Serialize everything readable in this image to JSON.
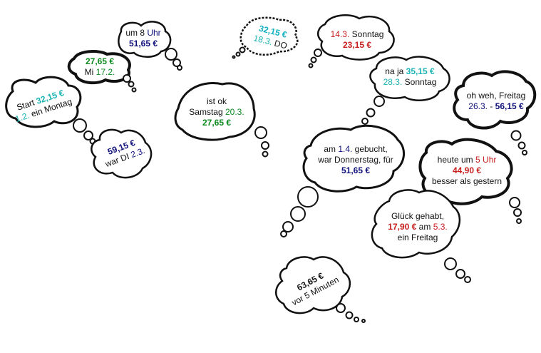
{
  "bubbles": {
    "start": {
      "l1": "Start ",
      "l1_price": "32,15 €",
      "l2_date": "1.2.",
      "l2": " ein Montag"
    },
    "um8": {
      "l1": "um 8 ",
      "l1_time": "Uhr",
      "l2_price": "51,65 €"
    },
    "mi": {
      "l1_price": "27,65 €",
      "l2": "Mi ",
      "l2_date": "17.2."
    },
    "di": {
      "l1_price": "59,15 €",
      "l2": "war DI ",
      "l2_date": "2.3."
    },
    "do": {
      "l1_price": "32,15 €",
      "l2_date": "18.3.",
      "l2": " DO"
    },
    "sonntag14": {
      "l1_date": "14.3.",
      "l1": " Sonntag",
      "l2_price": "23,15 €"
    },
    "najaSonntag": {
      "l1": "na ja ",
      "l1_price": "35,15 €",
      "l2_date": "28.3.",
      "l2": " Sonntag"
    },
    "istok": {
      "l1": "ist ok",
      "l2": "Samstag ",
      "l2_date": "20.3.",
      "l3_price": "27,65 €"
    },
    "freitag": {
      "l1": "oh weh, Freitag",
      "l2_date": "26.3.",
      "l2": " - ",
      "l2_price": "56,15 €"
    },
    "gebucht": {
      "l1": "am ",
      "l1_date": "1.4.",
      "l1b": " gebucht,",
      "l2": "war Donnerstag, für",
      "l3_price": "51,65 €"
    },
    "heute": {
      "l1": "heute um ",
      "l1_time": "5 Uhr",
      "l2_price": "44,90 €",
      "l3": "besser als gestern"
    },
    "glueck": {
      "l1": "Glück gehabt,",
      "l2_price": "17,90 €",
      "l2": " am ",
      "l2_date": "5.3.",
      "l3": "ein Freitag"
    },
    "jetzt": {
      "l1_price": "63,65 €",
      "l2": "vor 5 Minuten"
    }
  }
}
